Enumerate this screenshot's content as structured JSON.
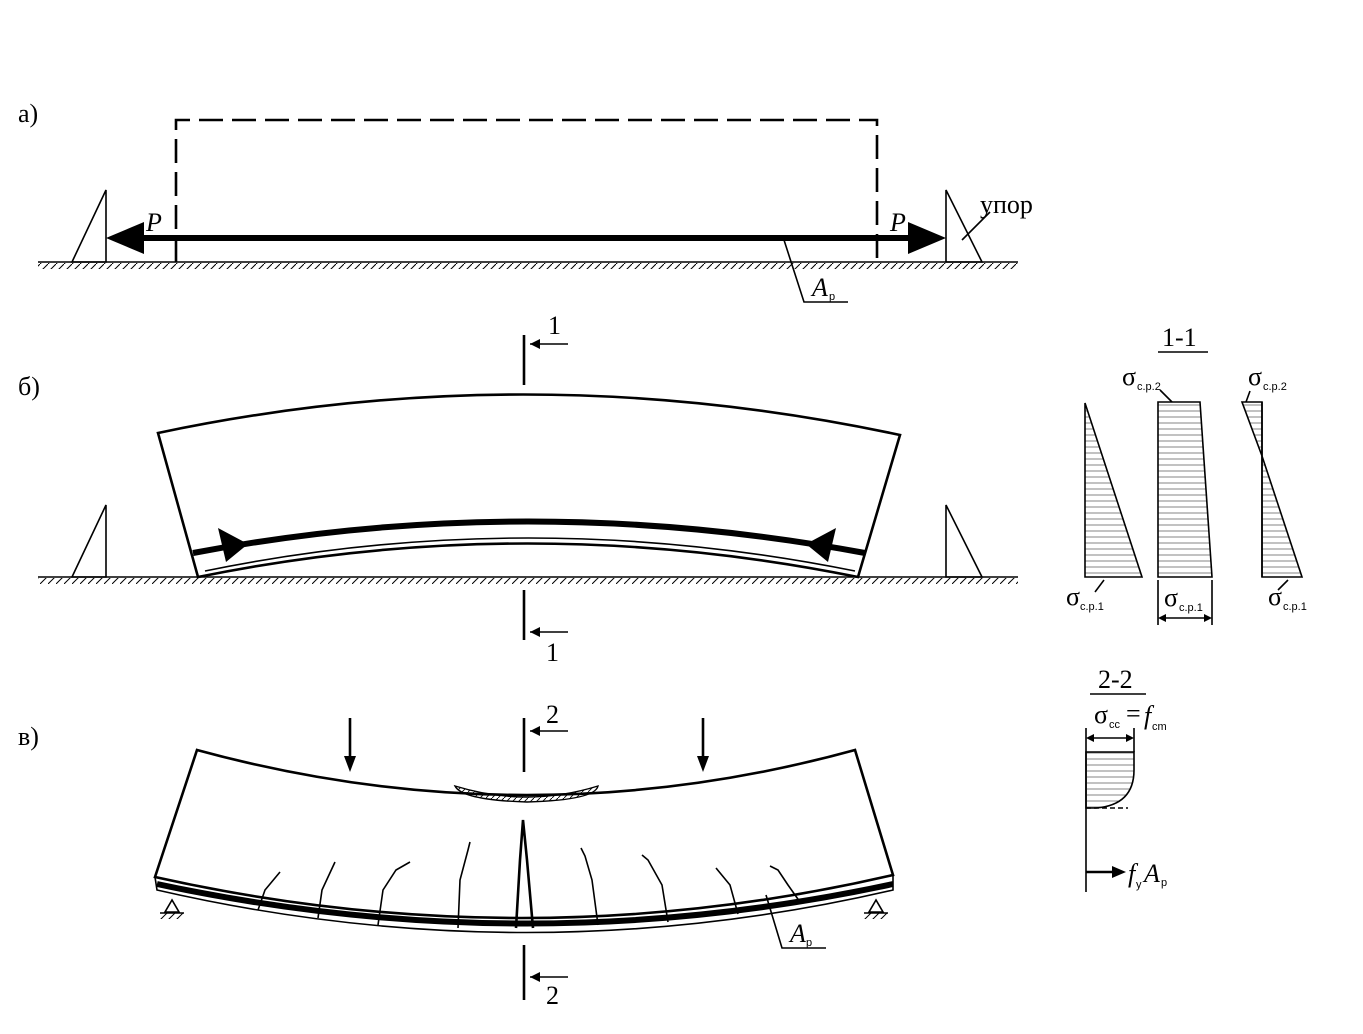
{
  "panels": {
    "a": {
      "label": "а)",
      "force_left": "P",
      "force_right": "P",
      "stop_label": "упор",
      "tendon_main": "A",
      "tendon_sub": "p"
    },
    "b": {
      "label": "б)",
      "section_top": "1",
      "section_bottom": "1",
      "section_title": "1-1",
      "sigma": "σ",
      "sub_cp2": "c.p.2",
      "sub_cp1": "c.p.1"
    },
    "c": {
      "label": "в)",
      "section_top": "2",
      "section_bottom": "2",
      "section_title": "2-2",
      "sigma": "σ",
      "sub_cc": "cc",
      "eq": "=",
      "f_main": "f",
      "f_sub": "cm",
      "fy_main": "f",
      "fy_sub": "y",
      "ap_main": "A",
      "ap_sub": "p",
      "tendon_main": "A",
      "tendon_sub": "p"
    }
  }
}
